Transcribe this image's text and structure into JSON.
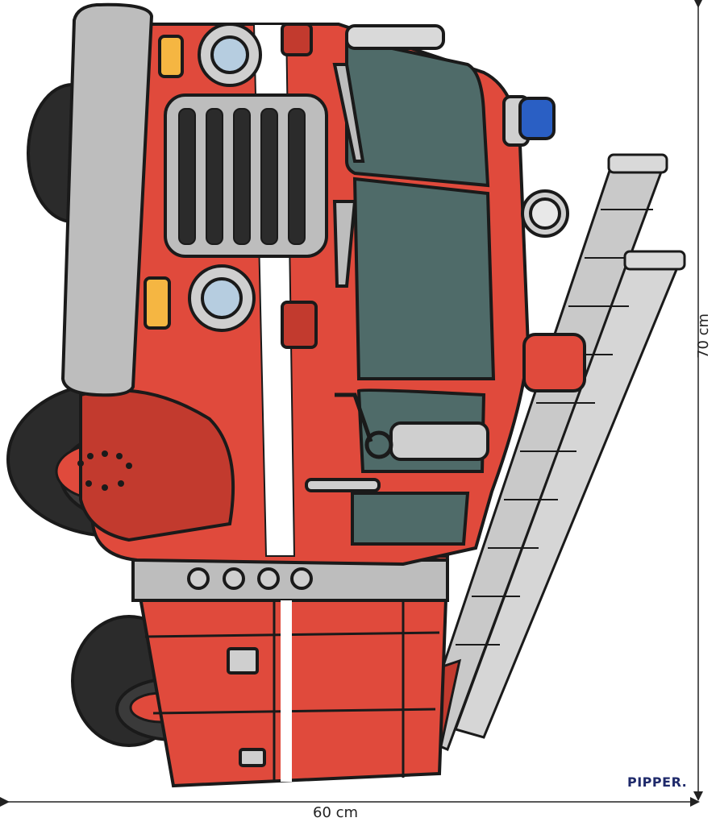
{
  "image": {
    "subject": "fire-truck",
    "colors": {
      "body_red": "#e04a3c",
      "body_red_dark": "#c23a2e",
      "bumper_gray": "#b8b8b8",
      "grille_gray": "#bdbdbd",
      "window_teal": "#4f6b69",
      "tire_black": "#2b2b2b",
      "beacon_blue": "#2a5fc4",
      "stripe_white": "#ffffff",
      "amber_light": "#f5b642",
      "headlight_blue": "#b6cde0",
      "outline": "#1a1a1a"
    }
  },
  "dimensions": {
    "width_label": "60 cm",
    "height_label": "70 cm"
  },
  "brand": {
    "name": "PIPPER.",
    "color": "#1f2a6b"
  }
}
